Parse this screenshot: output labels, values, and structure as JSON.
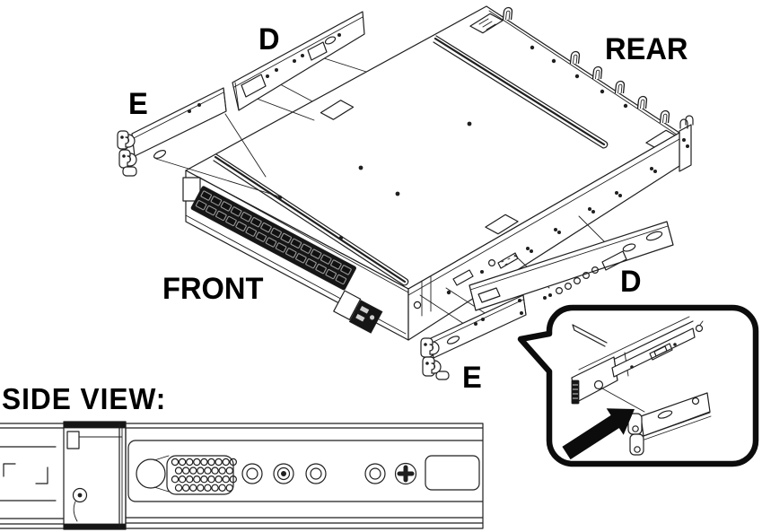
{
  "title_labels": {
    "rear": "REAR",
    "front": "FRONT",
    "side_view": "SIDE VIEW:"
  },
  "part_labels": {
    "rail_top": "D",
    "rail_right": "D",
    "bracket_left": "E",
    "bracket_bottom": "E"
  },
  "icons": {
    "direction_arrow": "black-installation-arrow-icon"
  },
  "colors": {
    "line": "#1f1f1f",
    "label_text": "#000000",
    "background": "#ffffff",
    "panel_dark": "#161616",
    "port_fill": "#9a9a9a"
  }
}
